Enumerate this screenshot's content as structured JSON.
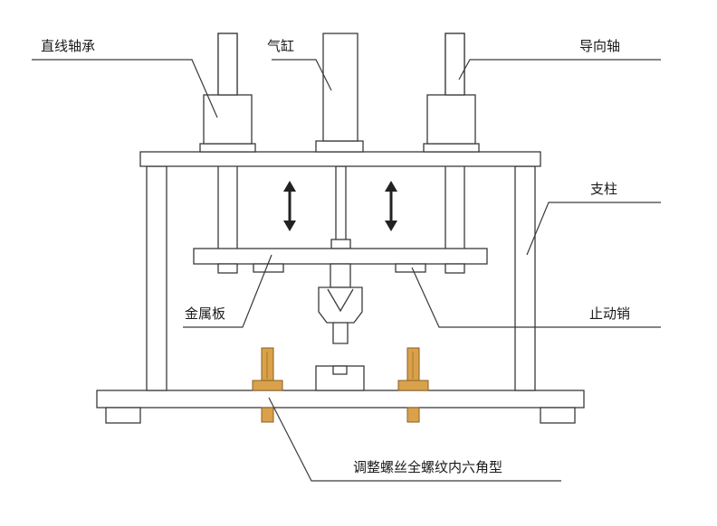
{
  "diagram": {
    "labels": {
      "linear_bearing": "直线轴承",
      "cylinder": "气缸",
      "guide_shaft": "导向轴",
      "pillar": "支柱",
      "metal_plate": "金属板",
      "stop_pin": "止动销",
      "adjust_screw": "调整螺丝全螺纹内六角型"
    },
    "colors": {
      "line": "#3a3a3a",
      "part_fill": "#ffffff",
      "arrow": "#222222",
      "screw_fill": "#d9a24a",
      "screw_dark": "#a8742a"
    }
  }
}
